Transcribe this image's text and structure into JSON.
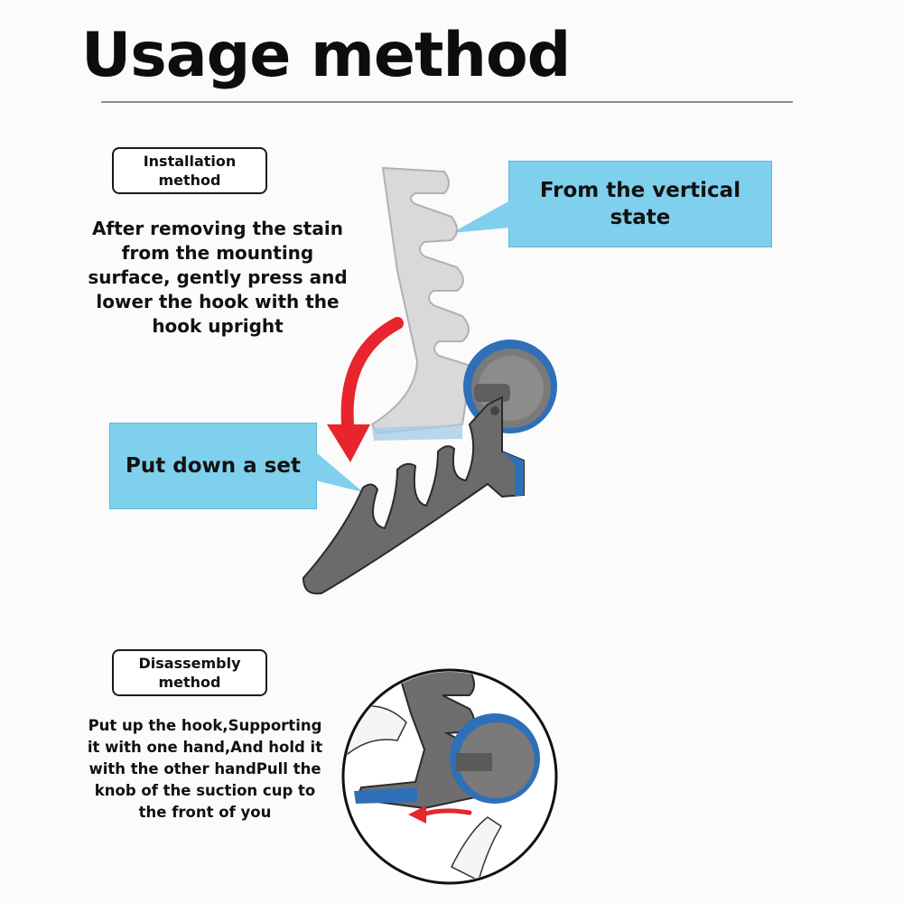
{
  "title": "Usage method",
  "installation": {
    "tag_line1": "Installation",
    "tag_line2": "method",
    "instruction": "After removing the stain from the mounting surface, gently press and lower the hook with the hook upright",
    "callout_vertical": "From the vertical state",
    "callout_down": "Put down a set"
  },
  "disassembly": {
    "tag_line1": "Disassembly",
    "tag_line2": "method",
    "instruction": "Put up the hook,Supporting it with one hand,And hold it with the other handPull the knob of the suction cup to the front of you"
  },
  "colors": {
    "callout_bg": "#7fd0ec",
    "arrow": "#e8242c",
    "hook_gray": "#6b6b6b",
    "suction_blue": "#2f6fb8"
  }
}
